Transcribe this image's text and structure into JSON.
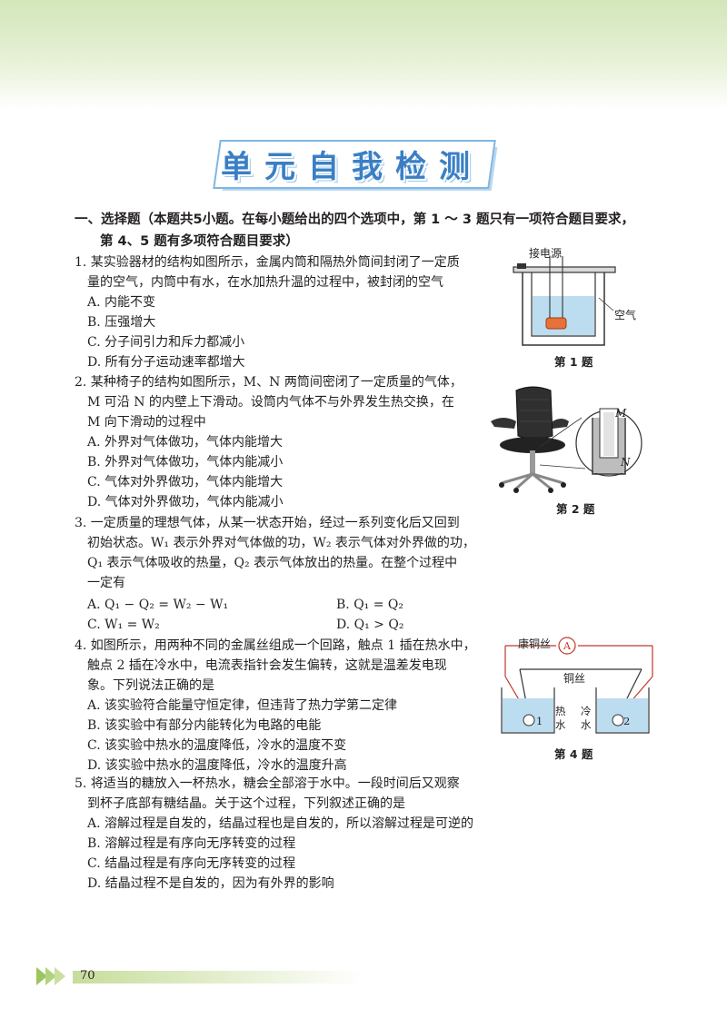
{
  "title": "单元自我检测",
  "section_header": {
    "line1": "一、选择题（本题共5小题。在每小题给出的四个选项中，第 1 ～ 3 题只有一项符合题目要求，",
    "line2": "第 4、5 题有多项符合题目要求）"
  },
  "q1": {
    "line1": "1. 某实验器材的结构如图所示，金属内筒和隔热外筒间封闭了一定质",
    "line2": "量的空气，内筒中有水，在水加热升温的过程中，被封闭的空气",
    "options": [
      "A. 内能不变",
      "B. 压强增大",
      "C. 分子间引力和斥力都减小",
      "D. 所有分子运动速率都增大"
    ],
    "figure": {
      "label_power": "接电源",
      "label_air": "空气",
      "caption": "第 1 题"
    }
  },
  "q2": {
    "line1": "2. 某种椅子的结构如图所示，M、N 两筒间密闭了一定质量的气体，",
    "line2": "M 可沿 N 的内壁上下滑动。设筒内气体不与外界发生热交换，在",
    "line3": "M 向下滑动的过程中",
    "options": [
      "A. 外界对气体做功，气体内能增大",
      "B. 外界对气体做功，气体内能减小",
      "C. 气体对外界做功，气体内能增大",
      "D. 气体对外界做功，气体内能减小"
    ],
    "figure": {
      "label_m": "M",
      "label_n": "N",
      "caption": "第 2 题"
    }
  },
  "q3": {
    "line1": "3. 一定质量的理想气体，从某一状态开始，经过一系列变化后又回到",
    "line2": "初始状态。W₁ 表示外界对气体做的功，W₂ 表示气体对外界做的功，",
    "line3": "Q₁ 表示气体吸收的热量，Q₂ 表示气体放出的热量。在整个过程中",
    "line4": "一定有",
    "options": [
      "A. Q₁ − Q₂ = W₂ − W₁",
      "B. Q₁ = Q₂",
      "C. W₁ = W₂",
      "D. Q₁ > Q₂"
    ]
  },
  "q4": {
    "line1": "4. 如图所示，用两种不同的金属丝组成一个回路，触点 1 插在热水中，",
    "line2": "触点 2 插在冷水中，电流表指针会发生偏转，这就是温差发电现",
    "line3": "象。下列说法正确的是",
    "options": [
      "A. 该实验符合能量守恒定律，但违背了热力学第二定律",
      "B. 该实验中有部分内能转化为电路的电能",
      "C. 该实验中热水的温度降低，冷水的温度不变",
      "D. 该实验中热水的温度降低，冷水的温度升高"
    ],
    "figure": {
      "label_kang": "康铜丝",
      "label_tong": "铜丝",
      "label_ammeter": "A",
      "label_hot1": "热",
      "label_hot2": "水",
      "label_cold1": "冷",
      "label_cold2": "水",
      "label_1": "1",
      "label_2": "2",
      "caption": "第 4 题"
    }
  },
  "q5": {
    "line1": "5. 将适当的糖放入一杯热水，糖会全部溶于水中。一段时间后又观察",
    "line2": "到杯子底部有糖结晶。关于这个过程，下列叙述正确的是",
    "options": [
      "A. 溶解过程是自发的，结晶过程也是自发的，所以溶解过程是可逆的",
      "B. 溶解过程是有序向无序转变的过程",
      "C. 结晶过程是有序向无序转变的过程",
      "D. 结晶过程不是自发的，因为有外界的影响"
    ]
  },
  "page_number": "70"
}
